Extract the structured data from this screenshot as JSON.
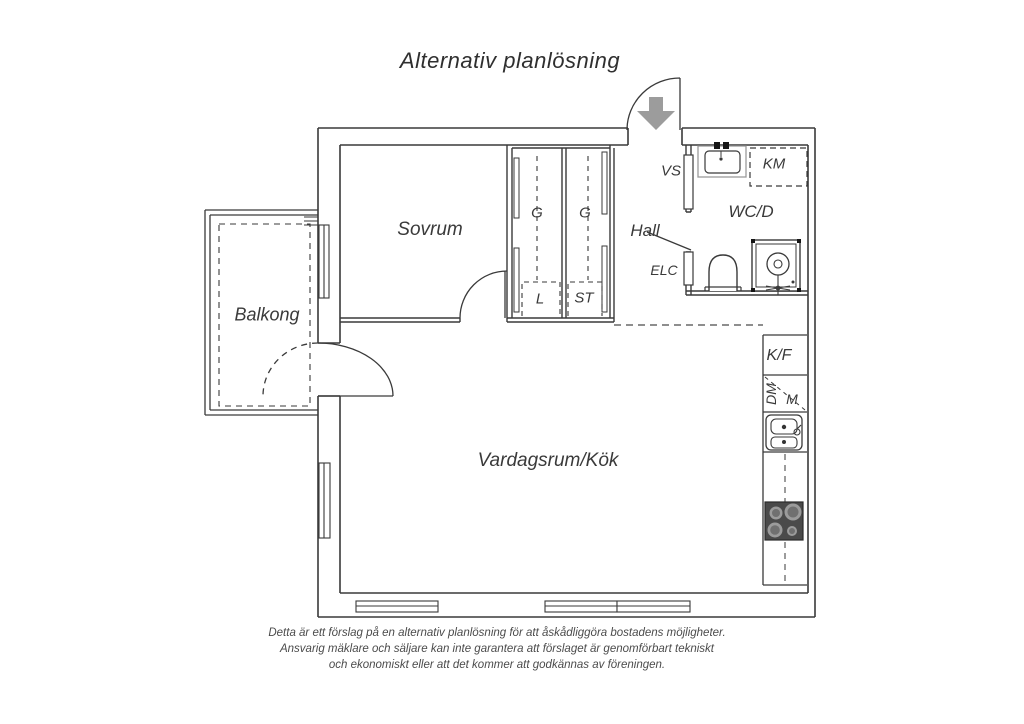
{
  "title": "Alternativ planlösning",
  "labels": {
    "sovrum": "Sovrum",
    "balkong": "Balkong",
    "vardagsrum": "Vardagsrum/Kök",
    "hall": "Hall",
    "wcd": "WC/D",
    "vs": "VS",
    "km": "KM",
    "elc": "ELC",
    "g1": "G",
    "g2": "G",
    "l": "L",
    "st": "ST",
    "kf": "K/F",
    "dm": "DM",
    "m": "M"
  },
  "footer": {
    "line1": "Detta är ett förslag på en alternativ planlösning för att åskådliggöra bostadens möjligheter.",
    "line2": "Ansvarig mäklare och säljare kan inte garantera att förslaget är genomförbart tekniskt",
    "line3": "och ekonomiskt eller att det kommer att godkännas av föreningen."
  },
  "colors": {
    "wall_line": "#3a3a3a",
    "entrance_arrow": "#9c9c9c",
    "stove": "#4a4a4a",
    "footer_text": "#4b4b4b"
  }
}
